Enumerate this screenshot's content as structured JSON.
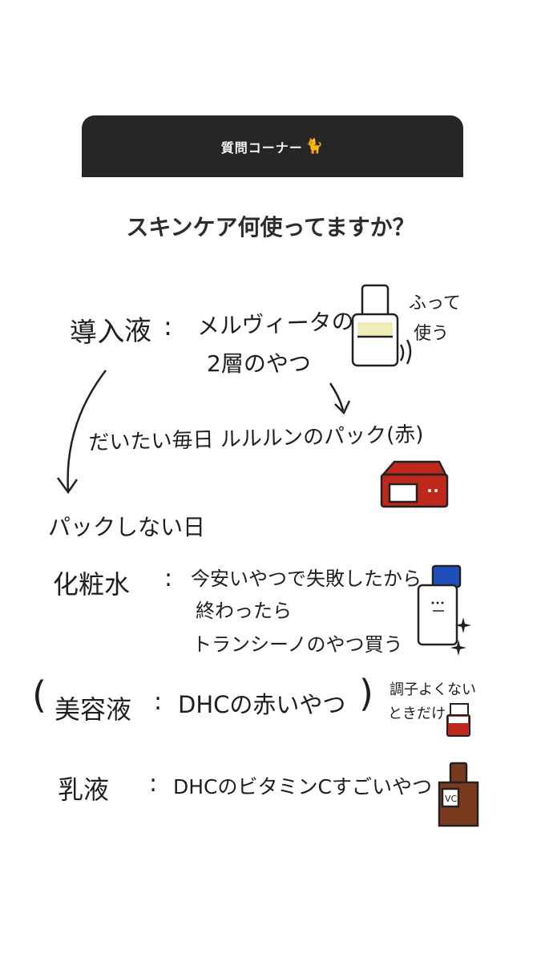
{
  "header": {
    "title": "質問コーナー",
    "emoji": "🐈"
  },
  "question": "スキンケア何使ってますか？",
  "answer": {
    "intro_label": "導入液",
    "intro_colon": ":",
    "intro_line1": "メルヴィータの",
    "intro_line2": "2層のやつ",
    "shake_note_1": "ふって",
    "shake_note_2": "使う",
    "pack_line": "だいたい毎日 ルルルンのパック(赤)",
    "no_pack_day": "パックしない日",
    "toner_label": "化粧水",
    "toner_colon": ":",
    "toner_line1": "今安いやつで失敗したから",
    "toner_line2": "終わったら",
    "toner_line3": "トランシーノのやつ買う",
    "serum_label": "美容液",
    "serum_colon": ":",
    "serum_value": "DHCの赤いやつ",
    "serum_paren_open": "(",
    "serum_paren_close": ")",
    "serum_note_1": "調子よくない",
    "serum_note_2": "ときだけ",
    "milk_label": "乳液",
    "milk_colon": ":",
    "milk_value": "DHCのビタミンCすごいやつ",
    "milk_bottle_mark": "VC"
  },
  "colors": {
    "header_bg": "#262626",
    "pack_red": "#c0281e",
    "toner_cap": "#1f4fbf",
    "serum_red": "#c0281e",
    "milk_brown": "#7a3a1e",
    "serum_yellow": "#f2ecb8"
  }
}
